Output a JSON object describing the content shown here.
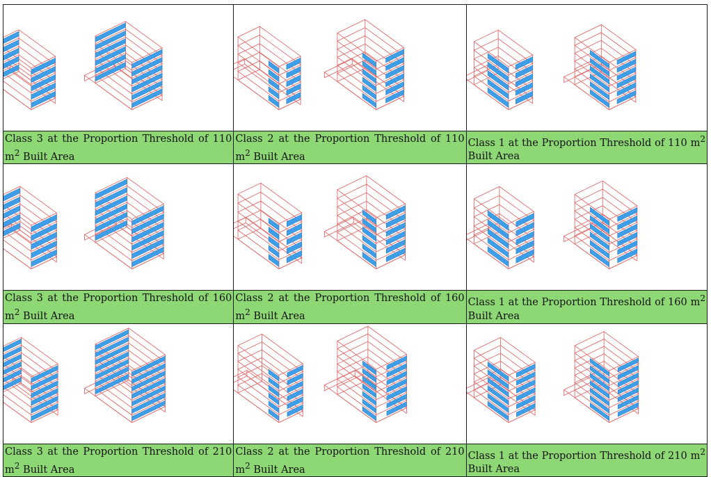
{
  "grid": {
    "rows": [
      {
        "cells": [
          {
            "class_label": "Class 3",
            "threshold": "110",
            "caption_main": "Class 3 at the Proportion Threshold of 110 ",
            "caption_unit": "m",
            "caption_sup": "2",
            "caption_tail": " Built Area",
            "variant": "c3"
          },
          {
            "class_label": "Class 2",
            "threshold": "110",
            "caption_main": "Class 2 at the Proportion Threshold of 110 ",
            "caption_unit": "m",
            "caption_sup": "2",
            "caption_tail": " Built Area",
            "variant": "c2"
          },
          {
            "class_label": "Class 1",
            "threshold": "110",
            "caption_main": "Class 1 at the Proportion Threshold of 110 ",
            "caption_unit": "m",
            "caption_sup": "2",
            "caption_tail": " Built Area",
            "variant": "c1"
          }
        ]
      },
      {
        "cells": [
          {
            "class_label": "Class 3",
            "threshold": "160",
            "caption_main": "Class 3 at the Proportion Threshold of 160 ",
            "caption_unit": "m",
            "caption_sup": "2",
            "caption_tail": " Built Area",
            "variant": "c3"
          },
          {
            "class_label": "Class 2",
            "threshold": "160",
            "caption_main": "Class 2 at the Proportion Threshold of 160 ",
            "caption_unit": "m",
            "caption_sup": "2",
            "caption_tail": " Built Area",
            "variant": "c2"
          },
          {
            "class_label": "Class 1",
            "threshold": "160",
            "caption_main": "Class 1 at the Proportion Threshold of 160 ",
            "caption_unit": "m",
            "caption_sup": "2",
            "caption_tail": " Built Area",
            "variant": "c1"
          }
        ]
      },
      {
        "cells": [
          {
            "class_label": "Class 3",
            "threshold": "210",
            "caption_main": "Class 3 at the Proportion Threshold of 210 ",
            "caption_unit": "m",
            "caption_sup": "2",
            "caption_tail": " Built Area",
            "variant": "c3"
          },
          {
            "class_label": "Class 2",
            "threshold": "210",
            "caption_main": "Class 2 at the Proportion Threshold of 210 ",
            "caption_unit": "m",
            "caption_sup": "2",
            "caption_tail": " Built Area",
            "variant": "c2"
          },
          {
            "class_label": "Class 1",
            "threshold": "210",
            "caption_main": "Class 1 at the Proportion Threshold of 210 ",
            "caption_unit": "m",
            "caption_sup": "2",
            "caption_tail": " Built Area",
            "variant": "c1"
          }
        ]
      }
    ],
    "colors": {
      "caption_background": "#8dd875",
      "wireframe_stroke": "#e06b6b",
      "shading_panel": "#3f9ee8",
      "cell_border": "#1a1a1a"
    },
    "icons": {
      "figure": "wireframe-shading-model-icon"
    }
  }
}
